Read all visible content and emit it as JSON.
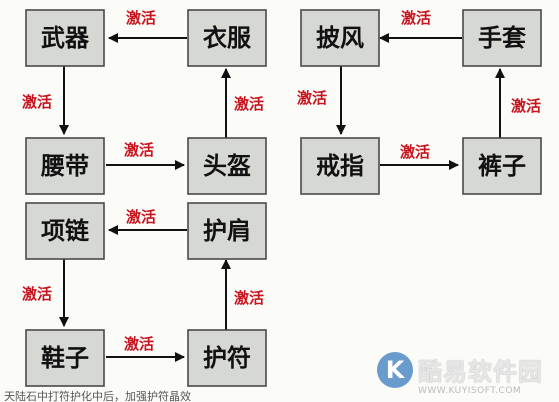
{
  "nodes": {
    "wuqi": "武器",
    "yifu": "衣服",
    "yaodai": "腰带",
    "toukui": "头盔",
    "xianglian": "项链",
    "hujian": "护肩",
    "xiezi": "鞋子",
    "hufu": "护符",
    "pifeng": "披风",
    "shoutao": "手套",
    "jiezhi": "戒指",
    "kuzi": "裤子"
  },
  "edge_label": "激活",
  "caption": "天陆石中打符护化中后，加强护符晶效",
  "watermark": {
    "name": "酷易软件园",
    "url": "WWW.KUYISOFT.COM",
    "mark": "K"
  }
}
